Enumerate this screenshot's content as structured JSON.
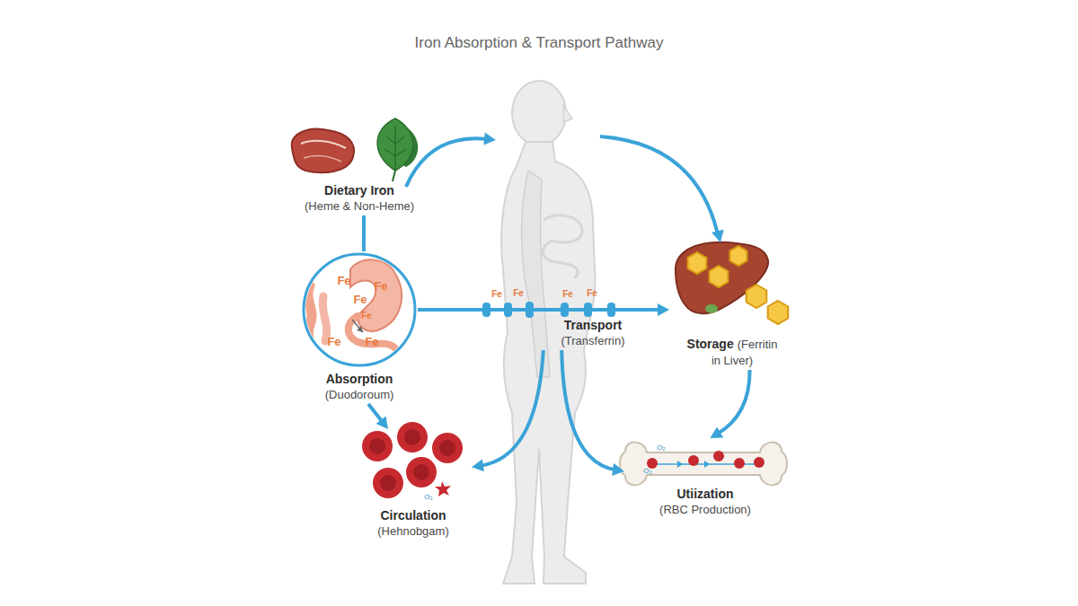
{
  "diagram": {
    "title": "Iron Absorption & Transport Pathway",
    "nodes": [
      {
        "text": [
          "Dietary Iron",
          "(Heme & Non-Heme)"
        ]
      },
      {
        "text": [
          "Absorption",
          "(Duodoroum)"
        ]
      },
      {
        "text": [
          "Transport",
          "(Transferrin)"
        ]
      },
      {
        "text": [
          "Storage",
          "(Ferritin in Liver)"
        ]
      },
      {
        "text": [
          "Circulation",
          "(Hehnobgam)"
        ]
      },
      {
        "text": [
          "Utiization",
          "(RBC Production)"
        ]
      }
    ],
    "edges": [
      {
        "from": 0,
        "to": 1,
        "arrow": "none"
      },
      {
        "from": 1,
        "to": 2,
        "arrow": "none"
      },
      {
        "from": 2,
        "to": 3,
        "arrow": "to"
      },
      {
        "from": 1,
        "to": 4,
        "arrow": "to"
      },
      {
        "from": 3,
        "to": 5,
        "arrow": "to"
      },
      {
        "from": 2,
        "to": 4,
        "arrow": "to"
      },
      {
        "from": 2,
        "to": 5,
        "arrow": "to"
      }
    ],
    "labels": [
      "Fe",
      "Fe",
      "Fe",
      "Fe",
      "Fe",
      "Fe",
      "Fe",
      "Fe",
      "Fe",
      "Fe",
      "O₂",
      "O₂",
      "O₂"
    ]
  }
}
